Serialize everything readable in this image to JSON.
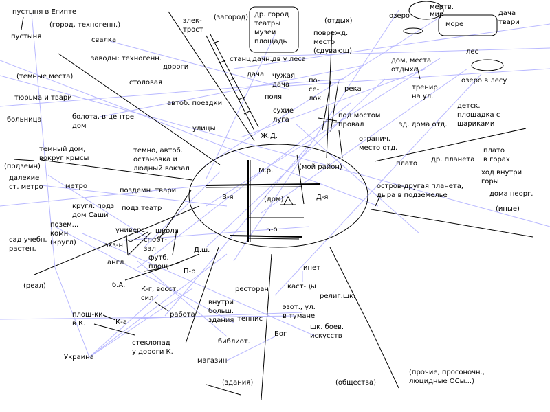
{
  "diagram": {
    "center": {
      "sections": [
        "М.р.",
        "(мой район)",
        "В-я",
        "(дом)",
        "Д-я",
        "Б-о"
      ]
    },
    "categories": [
      "(город, техногенн.)",
      "(загород)",
      "(отдых)",
      "(темные места)",
      "(подземн)",
      "(иные)",
      "(реал)",
      "(здания)",
      "(общества)",
      "(прочие, просоночн., люцидные ОСы...)"
    ],
    "labels": {
      "egypt_desert": "пустыня в Египте",
      "desert": "пустыня",
      "city_techno": "(город, техногенн.)",
      "dump": "свалка",
      "factories": "заводы: техногенн.",
      "roads": "дороги",
      "dark_places": "(темные места)",
      "canteen": "столовая",
      "prison": "тюрьма и твари",
      "bus_trips": "автоб. поездки",
      "hospital": "больница",
      "swamps": "болота, в центре\nдом",
      "streets": "улицы",
      "electric": "элек-\nтрост",
      "countryside": "(загород)",
      "other_city": "др. город\nтеатры\nмузеи\nплощадь",
      "station": "станц",
      "dacha_forest": "дачн.дв у леса",
      "dacha": "дача",
      "foreign_dacha": "чужая\nдача",
      "fields": "поля",
      "dry_meadows": "сухие\nлуга",
      "railway": "Ж.Д.",
      "rest": "(отдых)",
      "damaged_place": "поврежд.\nместо\n(сдувающ)",
      "village": "по-\nсе-\nлок",
      "river": "река",
      "under_bridge": "под мостом\nпровал",
      "lake": "озеро",
      "dead_world": "мертв.\nмир",
      "sea": "море",
      "dacha_creatures": "дача\nтвари",
      "forest": "лес",
      "home_rest": "дом, места\nотдыха",
      "forest_lake": "озеро в лесу",
      "training": "тренир.\nна ул.",
      "playground": "детск.\nплощадка с\nшариками",
      "rest_houses": "зд. дома отд.",
      "limited_place": "огранич.\nместо отд.",
      "plateau": "плато",
      "other_planet": "др. планета",
      "mountain_plateau": "плато\nв горах",
      "inside_mountain": "ход внутри\nгоры",
      "inorganic_houses": "дома неорг.",
      "other": "(иные)",
      "island": "остров-другая планета,\nдыра в подземелье",
      "dark_house": "темный дом,\nвокруг крысы",
      "dark_bus": "темно, автоб.\nостановка и\nлюдный вокзал",
      "underground": "(подземн)",
      "far_metro": "далекие\nст. метро",
      "metro": "метро",
      "underground_creatures": "поздемн. твари",
      "round_underground": "кругл. подз\nдом Саши",
      "underground_theatre": "подз.театр",
      "underground_room": "позем...\nкомн\n(кругл)",
      "univ": "универс.",
      "school": "школа",
      "gym": "спорт-\nзал",
      "garden": "сад учебн.\nрастен.",
      "exam": "экз-н",
      "football": "футб.\nплощ",
      "english": "англ.",
      "dsh": "Д.ш.",
      "pr": "П-р",
      "real": "(реал)",
      "ba": "б.А.",
      "kg": "К-г, восст.\nсил",
      "restaurant": "ресторан",
      "inet": "инет",
      "castes": "каст-цы",
      "relig_school": "религ.шк.",
      "squares_k": "площ-ки\nв К.",
      "ka": "К-а",
      "work": "работа",
      "inside_big": "внутри\nбольш.\nздания",
      "tennis": "теннис",
      "esoteric": "эзот., ул.\nв тумане",
      "martial": "шк. боев.\nискусств",
      "glassfall": "стеклопад\nу дороги К.",
      "ukraine": "Украина",
      "library": "библиот.",
      "god": "Бог",
      "shop": "магазин",
      "buildings": "(здания)",
      "societies": "(общества)",
      "misc": "(прочие, просоночн.,\nлюцидные ОСы...)"
    }
  }
}
